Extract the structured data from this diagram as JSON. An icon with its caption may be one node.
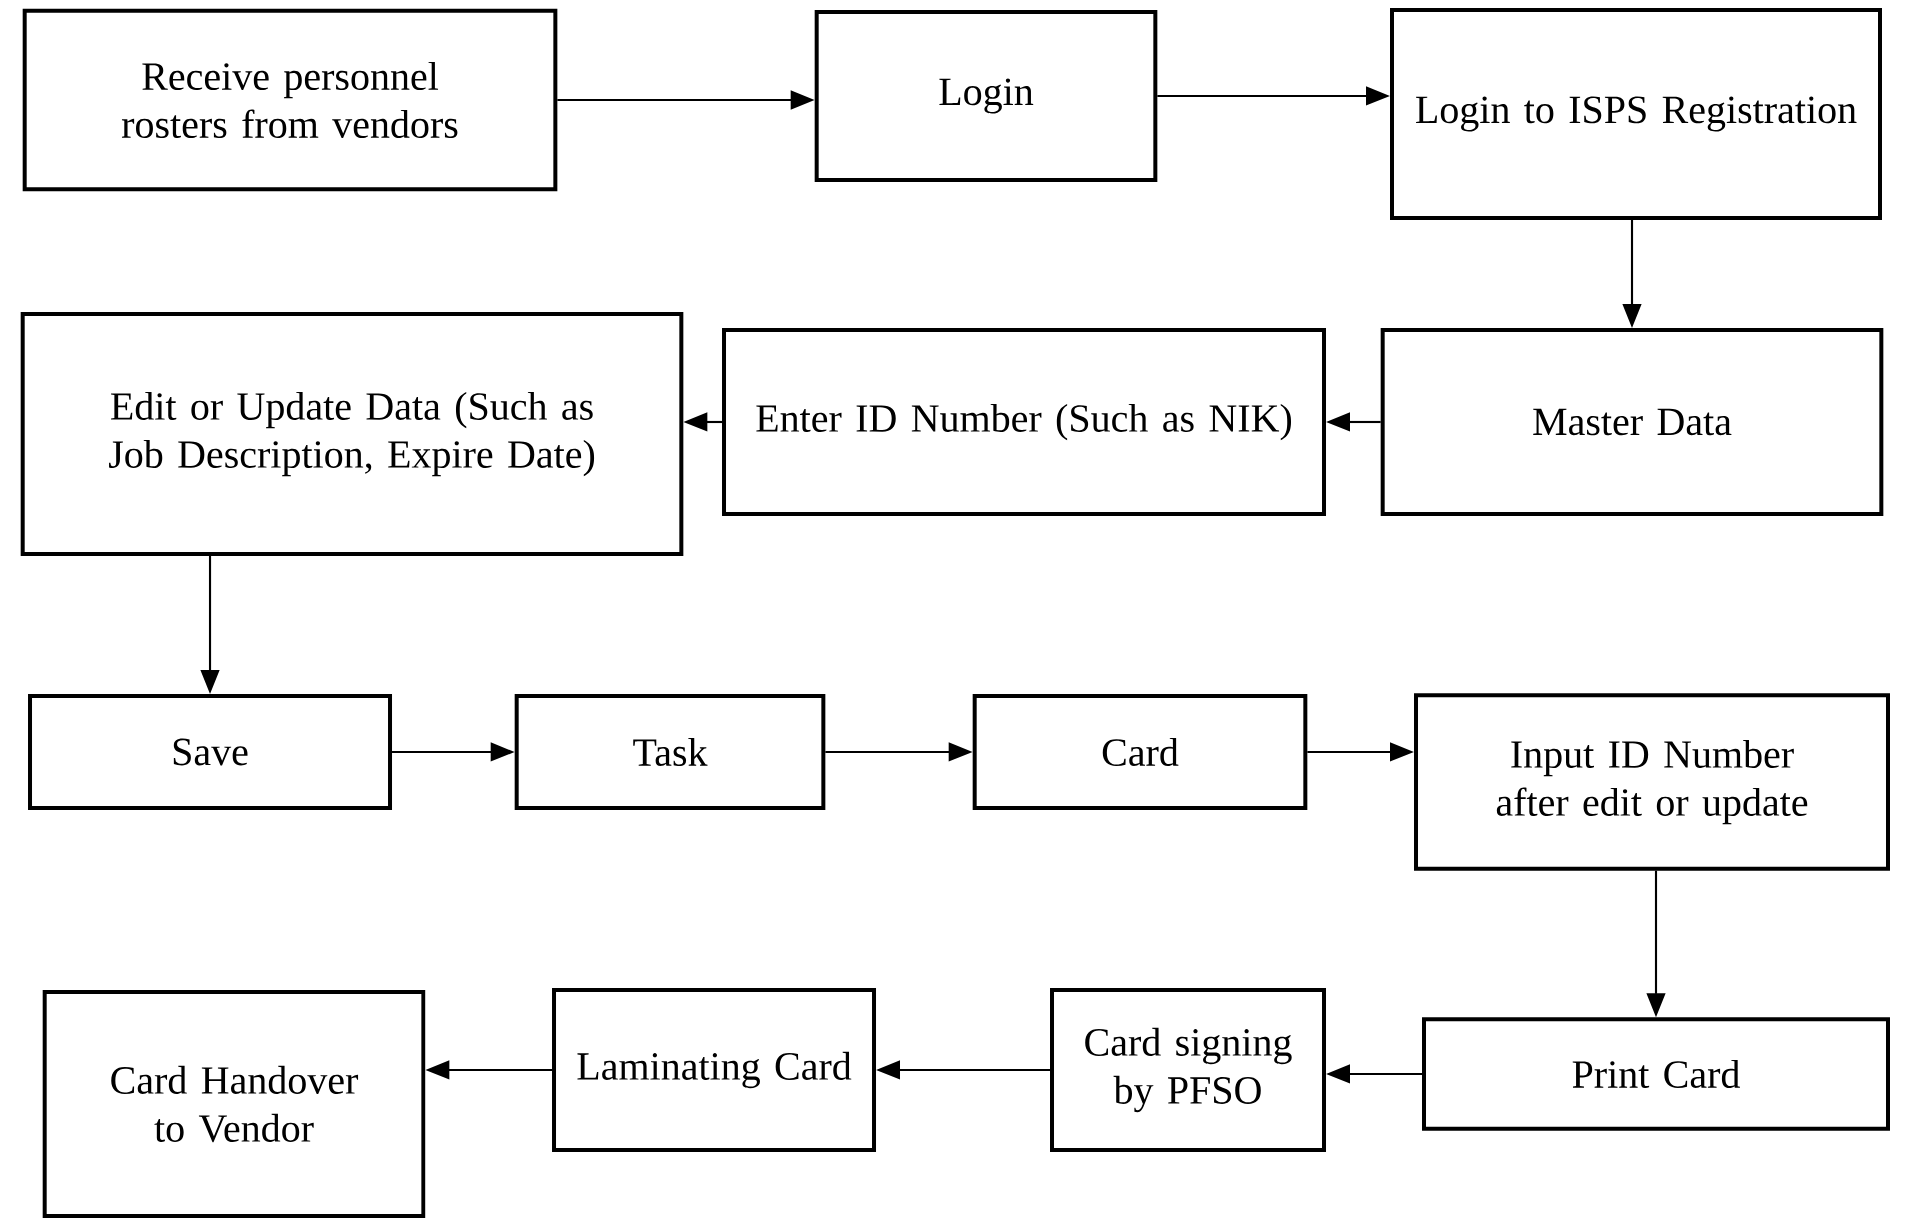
{
  "diagram": {
    "nodes": [
      {
        "text": [
          "Receive personnel rosters from vendors"
        ]
      },
      {
        "text": [
          "Login"
        ]
      },
      {
        "text": [
          "Login to ISPS Registration"
        ]
      },
      {
        "text": [
          "Master Data"
        ]
      },
      {
        "text": [
          "Enter ID Number (Such as NIK)"
        ]
      },
      {
        "text": [
          "Edit or Update Data (Such as Job Description, Expire Date)"
        ]
      },
      {
        "text": [
          "Save"
        ]
      },
      {
        "text": [
          "Task"
        ]
      },
      {
        "text": [
          "Card"
        ]
      },
      {
        "text": [
          "Input ID Number after edit or update"
        ]
      },
      {
        "text": [
          "Print Card"
        ]
      },
      {
        "text": [
          "Card signing by PFSO"
        ]
      },
      {
        "text": [
          "Laminating Card"
        ]
      },
      {
        "text": [
          "Card Handover to Vendor"
        ]
      }
    ],
    "edges": [
      {
        "from": 0,
        "to": 1,
        "arrow": "to"
      },
      {
        "from": 1,
        "to": 2,
        "arrow": "to"
      },
      {
        "from": 2,
        "to": 3,
        "arrow": "to"
      },
      {
        "from": 3,
        "to": 4,
        "arrow": "to"
      },
      {
        "from": 4,
        "to": 5,
        "arrow": "to"
      },
      {
        "from": 5,
        "to": 6,
        "arrow": "to"
      },
      {
        "from": 6,
        "to": 7,
        "arrow": "to"
      },
      {
        "from": 7,
        "to": 8,
        "arrow": "to"
      },
      {
        "from": 8,
        "to": 9,
        "arrow": "to"
      },
      {
        "from": 9,
        "to": 10,
        "arrow": "to"
      },
      {
        "from": 10,
        "to": 11,
        "arrow": "to"
      },
      {
        "from": 11,
        "to": 12,
        "arrow": "to"
      },
      {
        "from": 12,
        "to": 13,
        "arrow": "to"
      }
    ]
  }
}
